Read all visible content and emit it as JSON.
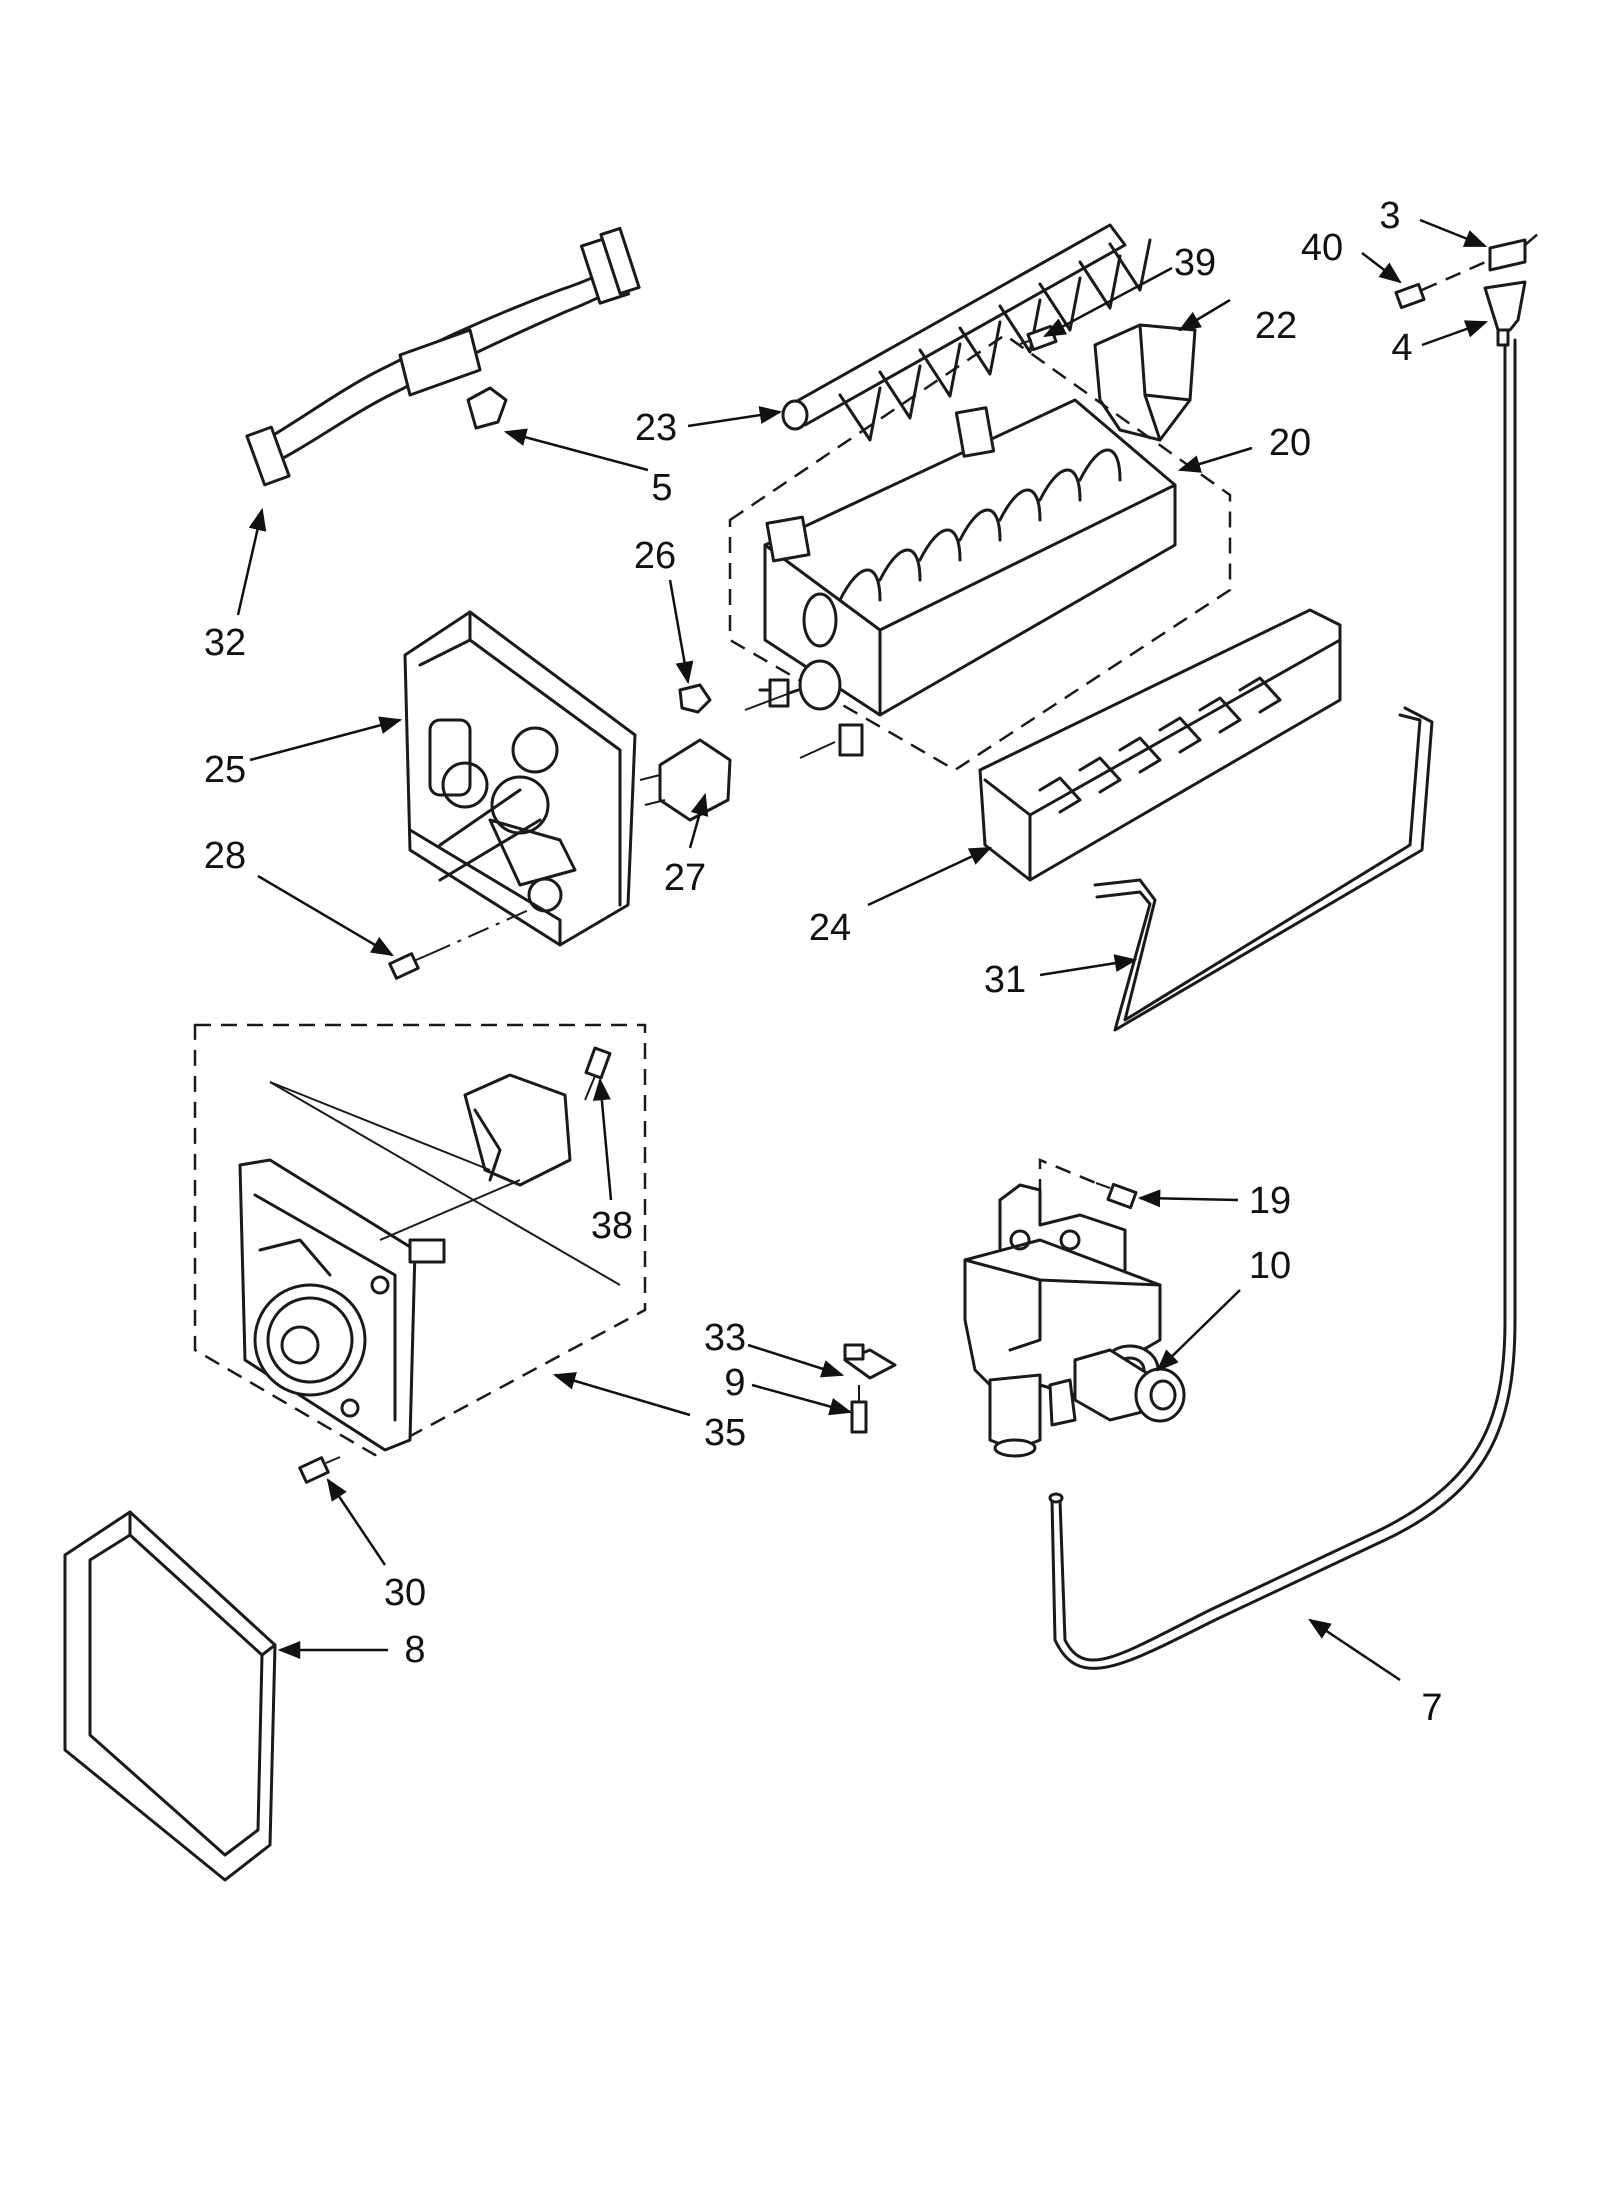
{
  "callouts": {
    "c3": "3",
    "c40": "40",
    "c39": "39",
    "c22": "22",
    "c4": "4",
    "c23": "23",
    "c20": "20",
    "c5": "5",
    "c26": "26",
    "c32": "32",
    "c25": "25",
    "c28": "28",
    "c27": "27",
    "c24": "24",
    "c31": "31",
    "c19": "19",
    "c38": "38",
    "c10": "10",
    "c33": "33",
    "c9": "9",
    "c35": "35",
    "c30": "30",
    "c8": "8",
    "c7": "7"
  }
}
